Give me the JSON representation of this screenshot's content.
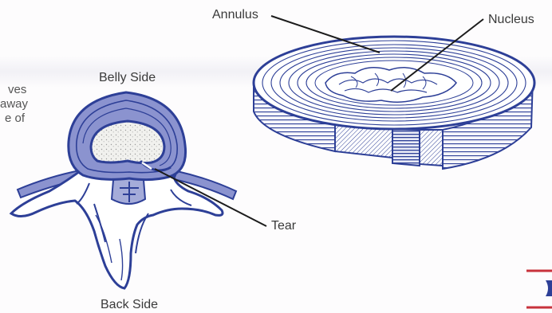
{
  "labels": {
    "annulus": "Annulus",
    "nucleus": "Nucleus",
    "belly_side": "Belly Side",
    "tear": "Tear",
    "back_side": "Back Side"
  },
  "cut_off_text": [
    "ves",
    "away",
    "e of"
  ],
  "colors": {
    "disc_blue": "#2d3f97",
    "annulus_fill": "#8b93cf",
    "line": "#1c1c1c",
    "accent_red": "#c8323c"
  }
}
